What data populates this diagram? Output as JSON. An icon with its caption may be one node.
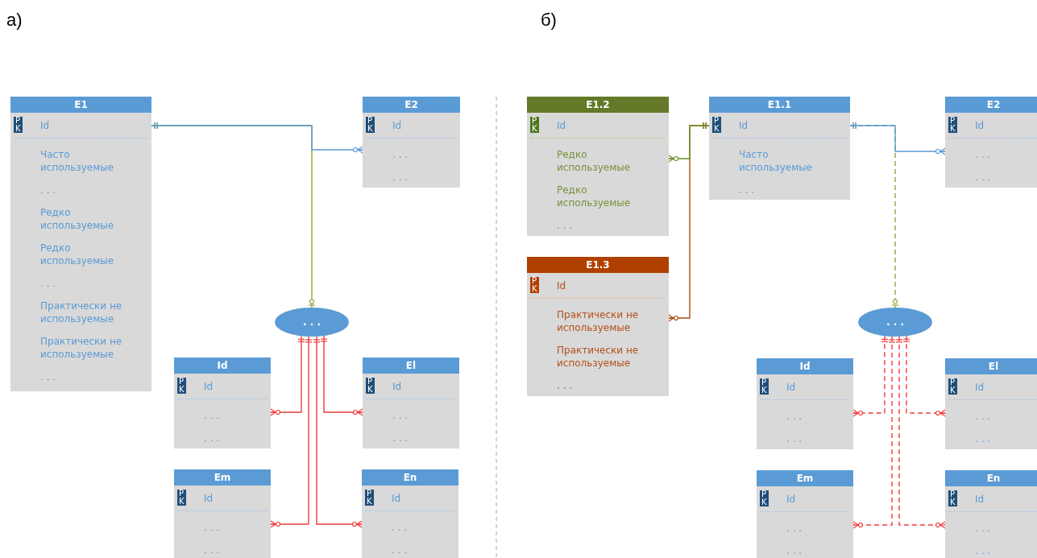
{
  "diagram": {
    "nodes": [
      {
        "text": [
          "E1",
          "PK",
          "Id",
          "Часто используемые",
          ". . .",
          "Редко используемые",
          "Редко используемые",
          ". . .",
          "Практически не используемые",
          "Практически не используемые",
          ". . ."
        ]
      },
      {
        "text": [
          "E2",
          "PK",
          "Id",
          ". . .",
          ". . ."
        ]
      },
      {
        "text": [
          ". . ."
        ]
      },
      {
        "text": [
          "Id",
          "PK",
          "Id",
          ". . .",
          ". . ."
        ]
      },
      {
        "text": [
          "El",
          "PK",
          "Id",
          ". . .",
          ". . ."
        ]
      },
      {
        "text": [
          "Em",
          "PK",
          "Id",
          ". . .",
          ". . ."
        ]
      },
      {
        "text": [
          "En",
          "PK",
          "Id",
          ". . .",
          ". . ."
        ]
      },
      {
        "text": [
          "E1.2",
          "PK",
          "Id",
          "Редко используемые",
          "Редко используемые",
          ". . ."
        ]
      },
      {
        "text": [
          "E1.1",
          "PK",
          "Id",
          "Часто используемые",
          ". . ."
        ]
      },
      {
        "text": [
          "E2",
          "PK",
          "Id",
          ". . .",
          ". . ."
        ]
      },
      {
        "text": [
          "E1.3",
          "PK",
          "Id",
          "Практически не используемые",
          "Практически не используемые",
          ". . ."
        ]
      },
      {
        "text": [
          ". . ."
        ]
      },
      {
        "text": [
          "Id",
          "PK",
          "Id",
          ". . .",
          ". . ."
        ]
      },
      {
        "text": [
          "El",
          "PK",
          "Id",
          ". . .",
          ". . ."
        ]
      },
      {
        "text": [
          "Em",
          "PK",
          "Id",
          ". . .",
          ". . ."
        ]
      },
      {
        "text": [
          "En",
          "PK",
          "Id",
          ". . .",
          ". . ."
        ]
      }
    ],
    "edges": [
      {
        "from": 0,
        "to": 1,
        "arrow": "other",
        "color": "#5b9bd5"
      },
      {
        "from": 0,
        "to": 2,
        "arrow": "other",
        "color": "#8aa83a"
      },
      {
        "from": 2,
        "to": 3,
        "arrow": "other"
      },
      {
        "from": 2,
        "to": 4,
        "arrow": "other"
      },
      {
        "from": 2,
        "to": 5,
        "arrow": "other"
      },
      {
        "from": 2,
        "to": 6,
        "arrow": "other"
      },
      {
        "from": 8,
        "to": 7,
        "arrow": "other",
        "color": "#6f8f2a"
      },
      {
        "from": 8,
        "to": 10,
        "arrow": "other",
        "color": "#b04a10"
      },
      {
        "from": 8,
        "to": 9,
        "arrow": "other",
        "color": "#5b9bd5"
      },
      {
        "from": 8,
        "to": 11,
        "arrow": "other",
        "style": "dashed",
        "color": "#8aa83a"
      },
      {
        "from": 11,
        "to": 12,
        "arrow": "other",
        "style": "dashed"
      },
      {
        "from": 11,
        "to": 13,
        "arrow": "other",
        "style": "dashed"
      },
      {
        "from": 11,
        "to": 14,
        "arrow": "other",
        "style": "dashed"
      },
      {
        "from": 11,
        "to": 15,
        "arrow": "other",
        "style": "dashed"
      }
    ],
    "labels": [
      "а)",
      "б)"
    ]
  }
}
